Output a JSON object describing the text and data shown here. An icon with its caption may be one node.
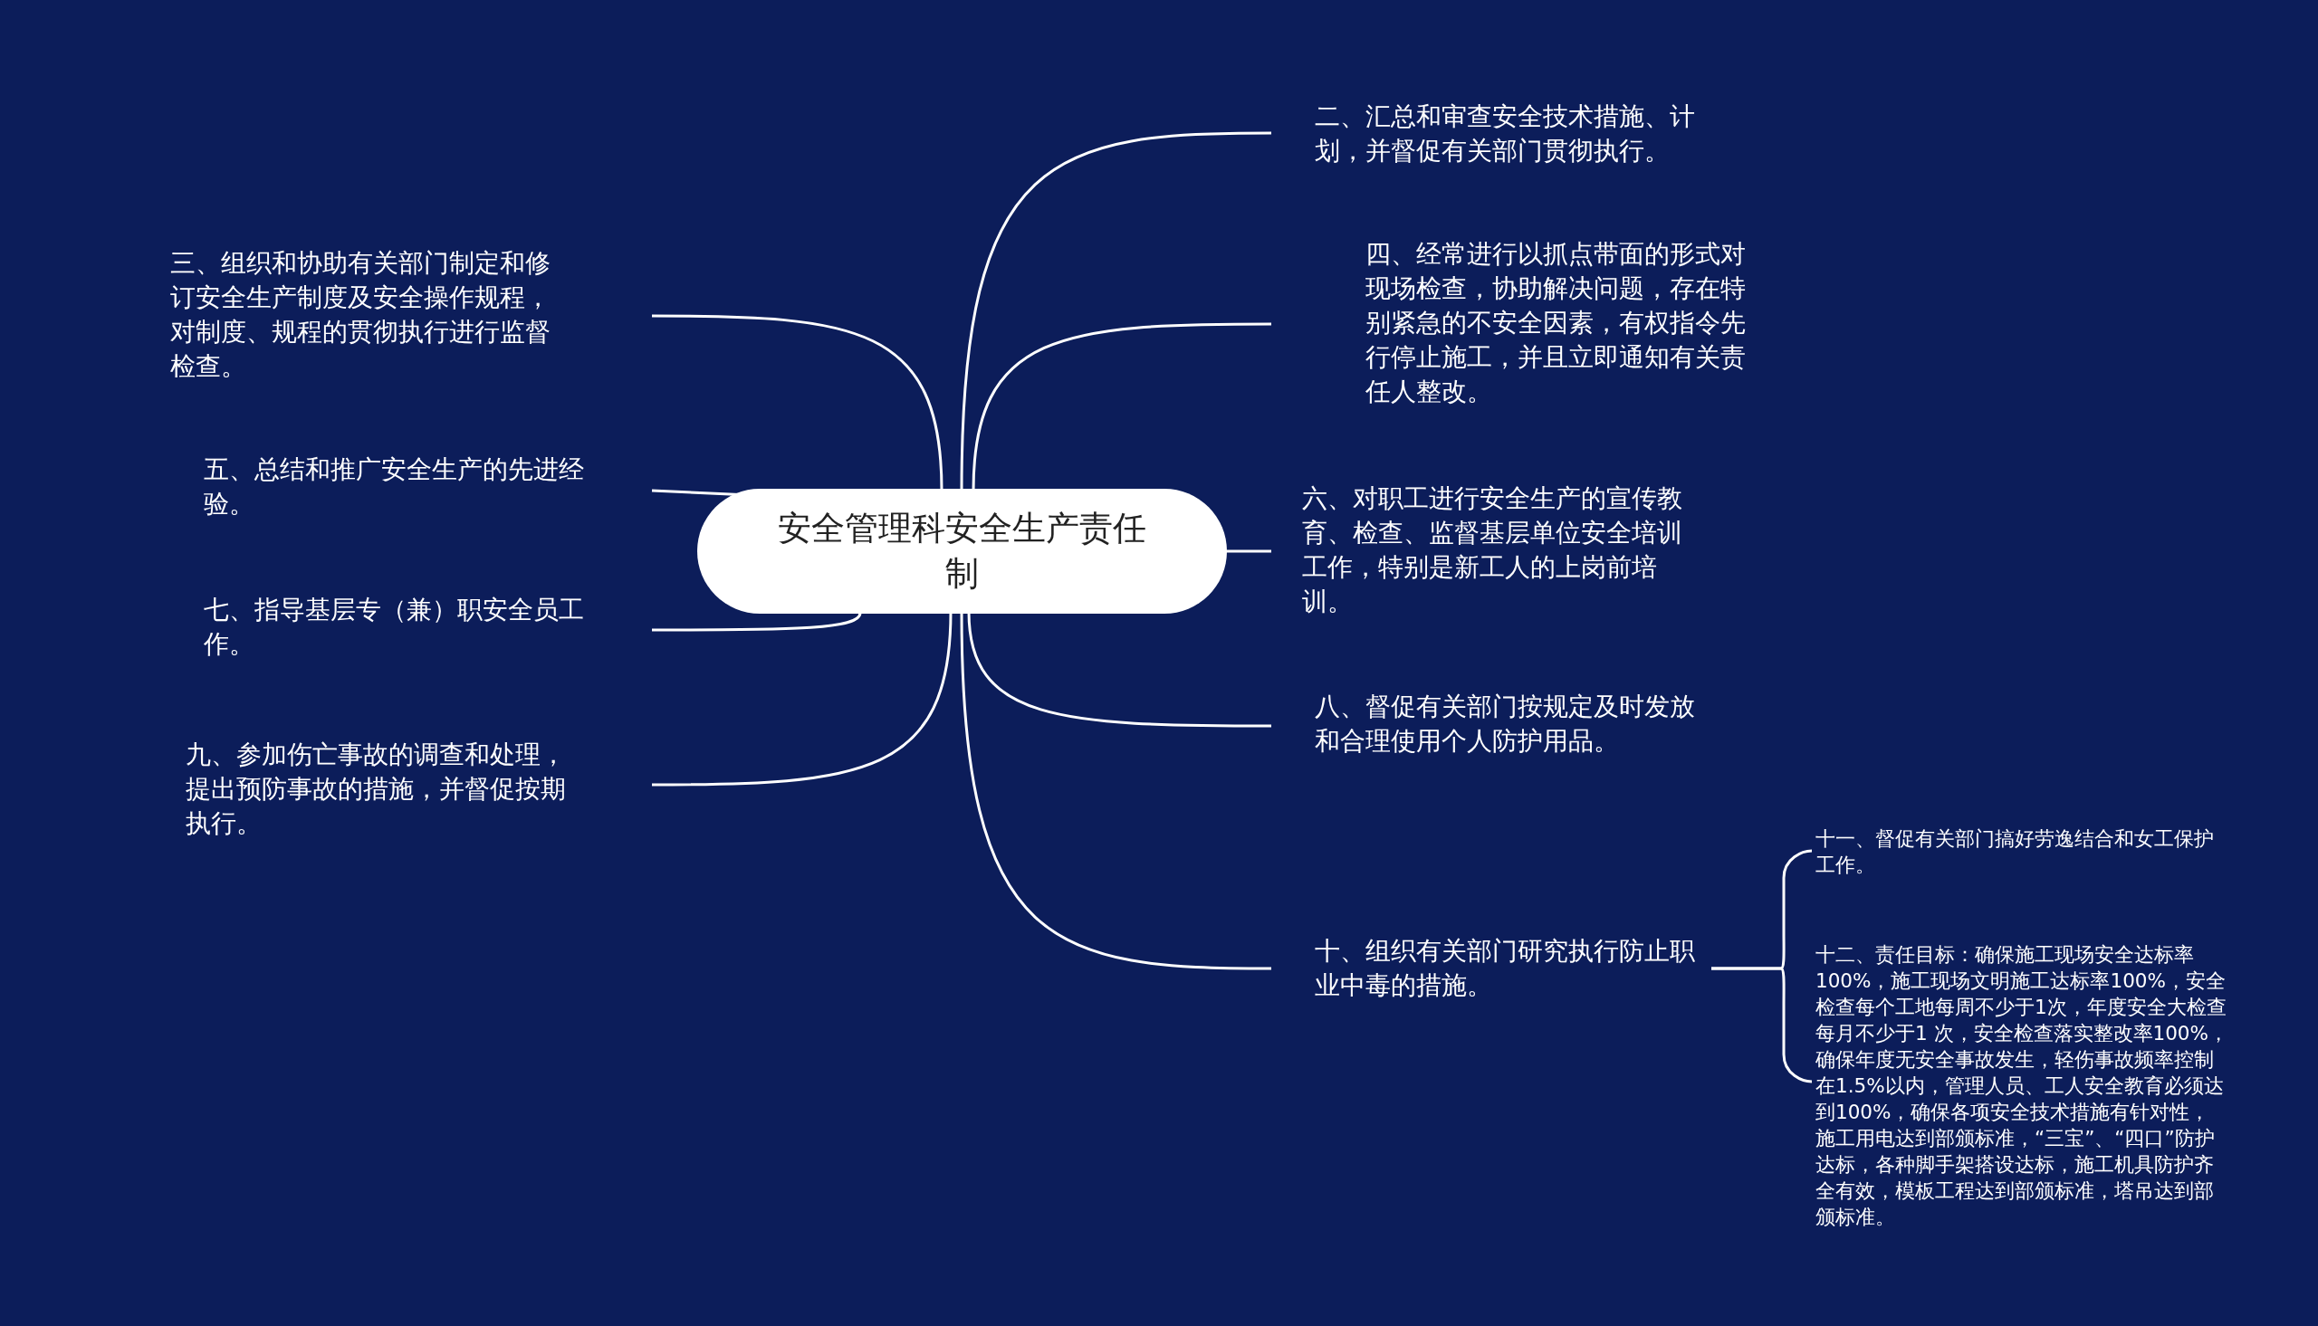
{
  "diagram": {
    "nodes": [
      {
        "text": [
          "安全管理科安全生产责任制"
        ]
      },
      {
        "text": [
          "二、汇总和审查安全技术措施、计划，并督促有关部门贯彻执行。"
        ]
      },
      {
        "text": [
          "三、组织和协助有关部门制定和修订安全生产制度及安全操作规程，对制度、规程的贯彻执行进行监督检查。"
        ]
      },
      {
        "text": [
          "四、经常进行以抓点带面的形式对现场检查，协助解决问题，存在特别紧急的不安全因素，有权指令先行停止施工，并且立即通知有关责任人整改。"
        ]
      },
      {
        "text": [
          "五、总结和推广安全生产的先进经验。"
        ]
      },
      {
        "text": [
          "六、对职工进行安全生产的宣传教育、检查、监督基层单位安全培训工作，特别是新工人的上岗前培训。"
        ]
      },
      {
        "text": [
          "七、指导基层专（兼）职安全员工作。"
        ]
      },
      {
        "text": [
          "八、督促有关部门按规定及时发放和合理使用个人防护用品。"
        ]
      },
      {
        "text": [
          "九、参加伤亡事故的调查和处理，提出预防事故的措施，并督促按期执行。"
        ]
      },
      {
        "text": [
          "十、组织有关部门研究执行防止职业中毒的措施。"
        ]
      },
      {
        "text": [
          "十一、督促有关部门搞好劳逸结合和女工保护工作。"
        ]
      },
      {
        "text": [
          "十二、责任目标：确保施工现场安全达标率100%，施工现场文明施工达标率100%，安全检查每个工地每周不少于1次，年度安全大检查每月不少于1 次，安全检查落实整改率100%，确保年度无安全事故发生，轻伤事故频率控制在1.5%以内，管理人员、工人安全教育必须达到100%，确保各项安全技术措施有针对性，施工用电达到部颁标准，“三宝”、“四口”防护达标，各种脚手架搭设达标，施工机具防护齐全有效，模板工程达到部颁标准，塔吊达到部颁标准。"
        ]
      }
    ],
    "edges": [
      {
        "from": 0,
        "to": 1,
        "arrow": "none"
      },
      {
        "from": 0,
        "to": 2,
        "arrow": "none"
      },
      {
        "from": 0,
        "to": 3,
        "arrow": "none"
      },
      {
        "from": 0,
        "to": 4,
        "arrow": "none"
      },
      {
        "from": 0,
        "to": 5,
        "arrow": "none"
      },
      {
        "from": 0,
        "to": 6,
        "arrow": "none"
      },
      {
        "from": 0,
        "to": 7,
        "arrow": "none"
      },
      {
        "from": 0,
        "to": 8,
        "arrow": "none"
      },
      {
        "from": 0,
        "to": 9,
        "arrow": "none"
      },
      {
        "from": 9,
        "to": 10,
        "arrow": "none"
      },
      {
        "from": 9,
        "to": 11,
        "arrow": "none"
      }
    ]
  }
}
